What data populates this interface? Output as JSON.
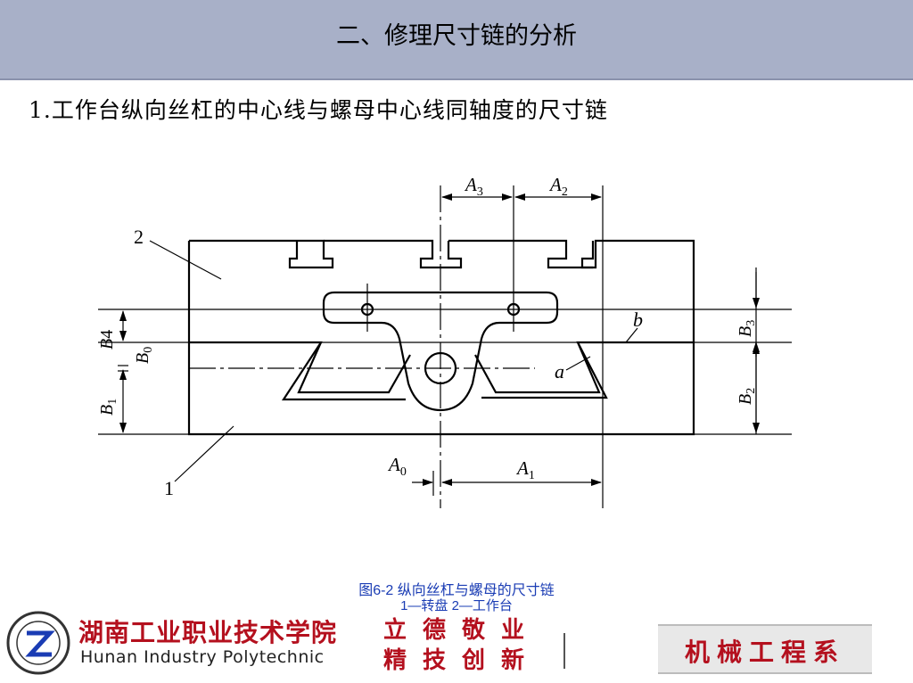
{
  "header": {
    "title": "二、修理尺寸链的分析"
  },
  "subtitle": "1.工作台纵向丝杠的中心线与螺母中心线同轴度的尺寸链",
  "diagram": {
    "labels": {
      "part2": "2",
      "part1": "1",
      "a3_main": "A",
      "a3_sub": "3",
      "a2_main": "A",
      "a2_sub": "2",
      "a0_main": "A",
      "a0_sub": "0",
      "a1_main": "A",
      "a1_sub": "1",
      "b4_main": "B",
      "b4_sub": "4",
      "b0_main": "B",
      "b0_sub": "0",
      "b1_main": "B",
      "b1_sub": "1",
      "b3_main": "B",
      "b3_sub": "3",
      "b2_main": "B",
      "b2_sub": "2",
      "b": "b",
      "a": "a"
    }
  },
  "caption": {
    "line1": "图6-2    纵向丝杠与螺母的尺寸链",
    "line2": "1—转盘    2—工作台"
  },
  "footer": {
    "school_cn": "湖南工业职业技术学院",
    "school_en": "Hunan Industry Polytechnic",
    "motto_line1": "立德敬业",
    "motto_line2": "精技创新",
    "department": "机械工程系"
  },
  "colors": {
    "header_bg": "#a8b0c8",
    "caption": "#1a3cb4",
    "brand_red": "#b4101e"
  }
}
